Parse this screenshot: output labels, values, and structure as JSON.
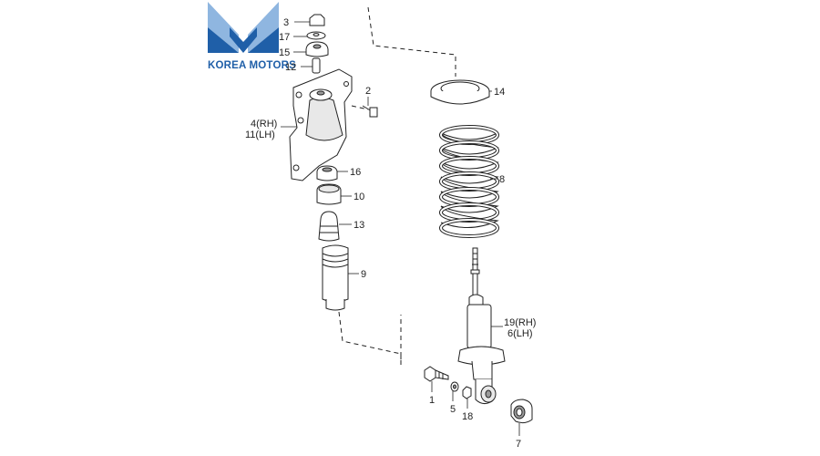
{
  "brand": {
    "name": "KOREA MOTORS",
    "color": "#1f5fa8",
    "accent_light": "#8fb6e0"
  },
  "callouts": {
    "c1": "1",
    "c2": "2",
    "c3": "3",
    "c4": "4(RH)",
    "c5": "5",
    "c6": "6(LH)",
    "c7": "7",
    "c8": "8",
    "c9": "9",
    "c10": "10",
    "c11": "11(LH)",
    "c12": "12",
    "c13": "13",
    "c14": "14",
    "c15": "15",
    "c16": "16",
    "c17": "17",
    "c18": "18",
    "c19": "19(RH)"
  }
}
